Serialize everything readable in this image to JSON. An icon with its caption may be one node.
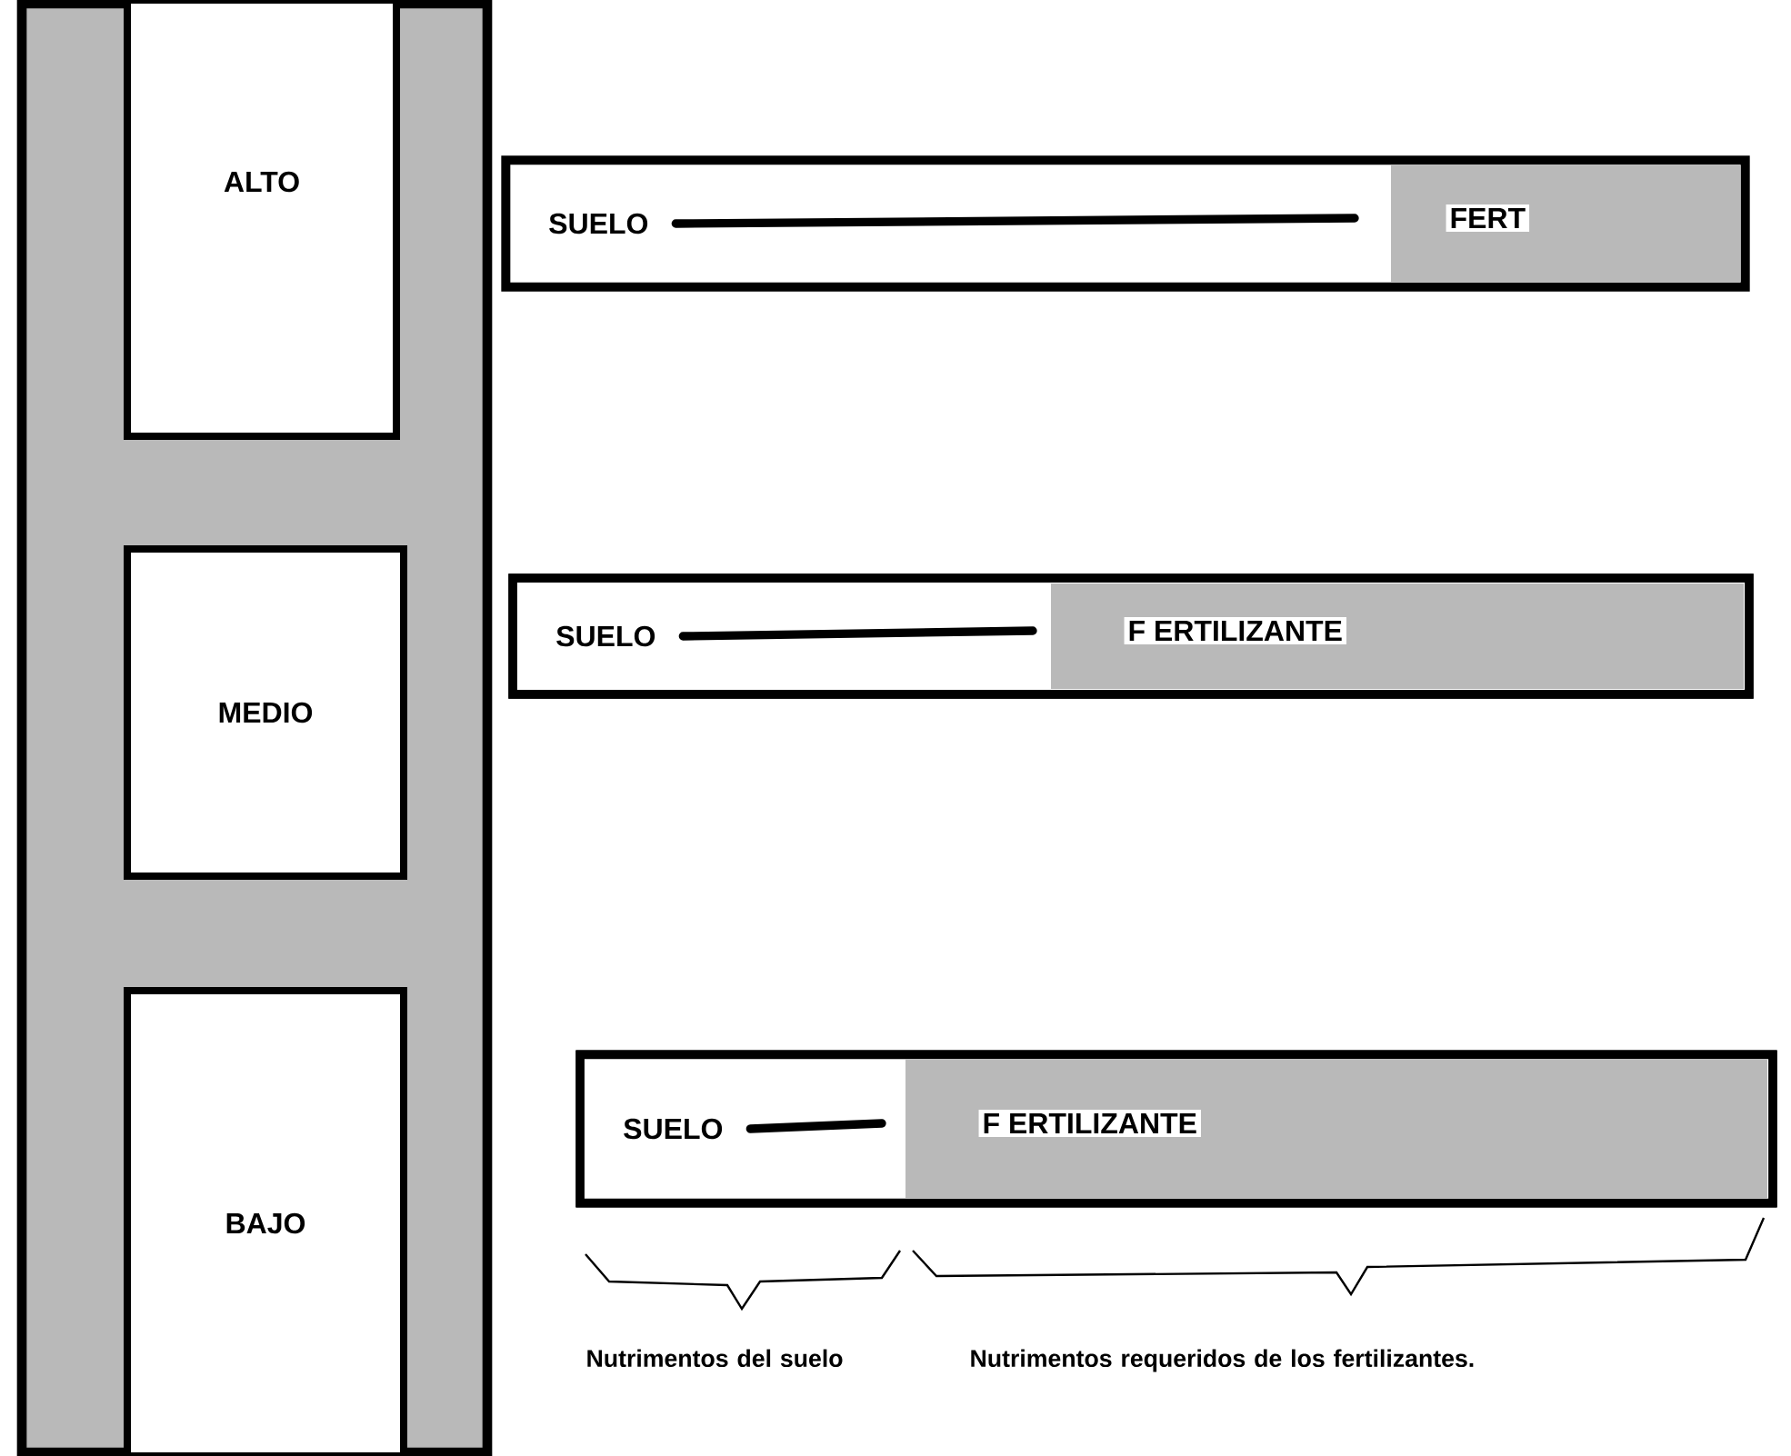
{
  "diagram": {
    "nodes": [
      {
        "text": [
          "ALTO"
        ]
      },
      {
        "text": [
          "MEDIO"
        ]
      },
      {
        "text": [
          "BAJO"
        ]
      },
      {
        "text": [
          "SUELO",
          "FERT"
        ]
      },
      {
        "text": [
          "SUELO",
          "F ERTILIZANTE"
        ]
      },
      {
        "text": [
          "SUELO",
          "F ERTILIZANTE"
        ]
      }
    ],
    "labels": [
      "Nutrimentos del suelo",
      "Nutrimentos requeridos de los fertilizantes."
    ]
  }
}
